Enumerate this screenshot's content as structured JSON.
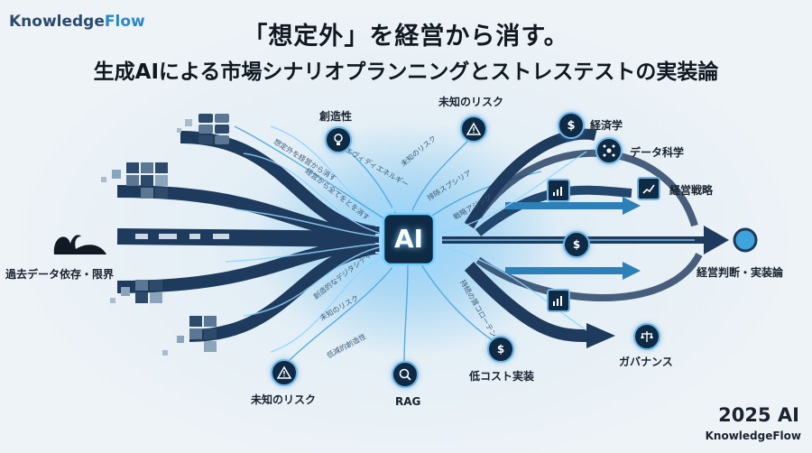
{
  "brand": {
    "name_part1": "Knowledge",
    "name_part2": "Flow"
  },
  "title": {
    "line1": "「想定外」を経営から消す。",
    "line2": "生成AIによる市場シナリオプランニングとストレステストの実装論"
  },
  "hub": {
    "label": "AI"
  },
  "left": {
    "source_label": "過去データ依存・限界"
  },
  "right": {
    "target_label": "経営判断・実装論"
  },
  "nodes": {
    "creativity": "創造性",
    "unknown_risk_top": "未知のリスク",
    "economics": "経済学",
    "data_science": "データ科学",
    "strategy": "経営戦略",
    "unknown_risk_bottom": "未知のリスク",
    "rag": "RAG",
    "low_cost": "低コスト実装",
    "governance": "ガバナンス"
  },
  "flow_text": {
    "t1": "想定外を経営から消す",
    "t2": "経営から全てをとを消す",
    "t3": "エヴィディエネルギー",
    "t4": "未知のリスク",
    "t5": "排除スプシリア",
    "t6": "戦略アジング",
    "t7": "創造的なデジタシティ",
    "t8": "未知のリスク",
    "t9": "低減的創造性",
    "t10": "持続の質コローテンリ"
  },
  "footer": {
    "year": "2025 AI",
    "brand": "KnowledgeFlow"
  },
  "colors": {
    "accent": "#2a88c8",
    "dark": "#0f2a44",
    "glow": "#6fb7e6",
    "flow": "#1e3a5c"
  }
}
